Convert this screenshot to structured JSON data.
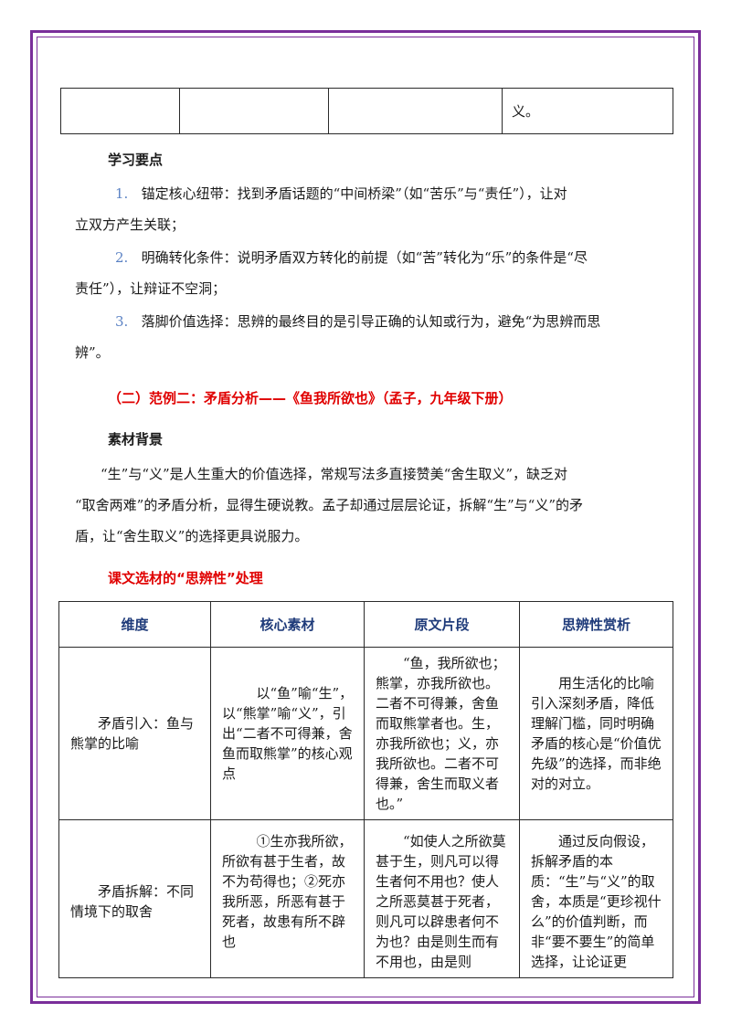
{
  "top_table": {
    "cells": [
      "",
      "",
      "",
      "义。"
    ]
  },
  "section1": {
    "heading": "学习要点",
    "items": [
      {
        "num": "1.",
        "line1": "锚定核心纽带：找到矛盾话题的“中间桥梁”（如“苦乐”与“责任”），让对",
        "line2": "立双方产生关联；"
      },
      {
        "num": "2.",
        "line1": "明确转化条件：说明矛盾双方转化的前提（如“苦”转化为“乐”的条件是“尽",
        "line2": "责任”），让辩证不空洞；"
      },
      {
        "num": "3.",
        "line1": "落脚价值选择：思辨的最终目的是引导正确的认知或行为，避免“为思辨而思",
        "line2": "辨”。"
      }
    ]
  },
  "example2": {
    "title": "（二）范例二：矛盾分析——《鱼我所欲也》（孟子，九年级下册）",
    "bg_heading": "素材背景",
    "bg_lines": [
      "“生”与“义”是人生重大的价值选择，常规写法多直接赞美“舍生取义”，缺乏对",
      "“取舍两难”的矛盾分析，显得生硬说教。孟子却通过层层论证，拆解“生”与“义”的矛",
      "盾，让“舍生取义”的选择更具说服力。"
    ],
    "table_heading": "课文选材的“思辨性”处理"
  },
  "main_table": {
    "headers": [
      "维度",
      "核心素材",
      "原文片段",
      "思辨性赏析"
    ],
    "rows": [
      {
        "dim": "矛盾引入：鱼与熊掌的比喻",
        "material": "以“鱼”喻“生”，以“熊掌”喻“义”，引出“二者不可得兼，舍鱼而取熊掌”的核心观点",
        "excerpt": "“鱼，我所欲也；熊掌，亦我所欲也。二者不可得兼，舍鱼而取熊掌者也。生，亦我所欲也；义，亦我所欲也。二者不可得兼，舍生而取义者也。”",
        "analysis": "用生活化的比喻引入深刻矛盾，降低理解门槛，同时明确矛盾的核心是“价值优先级”的选择，而非绝对的对立。"
      },
      {
        "dim": "矛盾拆解：不同情境下的取舍",
        "material": "①生亦我所欲，所欲有甚于生者，故不为苟得也；②死亦我所恶，所恶有甚于死者，故患有所不辟也",
        "excerpt": "“如使人之所欲莫甚于生，则凡可以得生者何不用也？使人之所恶莫甚于死者，则凡可以辟患者何不为也？由是则生而有不用也，由是则",
        "analysis": "通过反向假设，拆解矛盾的本质：“生”与“义”的取舍，本质是“更珍视什么”的价值判断，而非“要不要生”的简单选择，让论证更"
      }
    ]
  }
}
